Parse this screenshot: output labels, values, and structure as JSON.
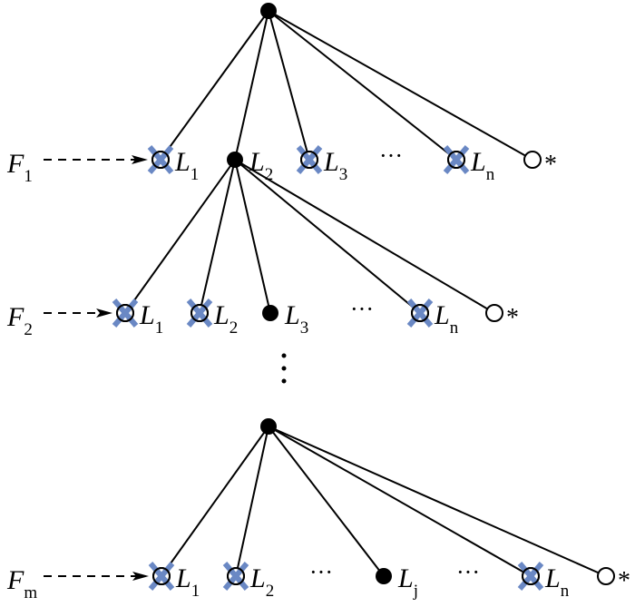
{
  "colors": {
    "cross": "#6a88c4",
    "line": "#000000"
  },
  "ellipsis": "···",
  "star": "*",
  "rows": [
    {
      "f": "F",
      "fsub": "1",
      "nodes": [
        {
          "type": "crossed",
          "label": "L",
          "sub": "1"
        },
        {
          "type": "filled",
          "label": "L",
          "sub": "2"
        },
        {
          "type": "crossed",
          "label": "L",
          "sub": "3"
        },
        {
          "type": "dots"
        },
        {
          "type": "crossed",
          "label": "L",
          "sub": "n"
        },
        {
          "type": "open",
          "label": "*"
        }
      ]
    },
    {
      "f": "F",
      "fsub": "2",
      "nodes": [
        {
          "type": "crossed",
          "label": "L",
          "sub": "1"
        },
        {
          "type": "crossed",
          "label": "L",
          "sub": "2"
        },
        {
          "type": "filled",
          "label": "L",
          "sub": "3"
        },
        {
          "type": "dots"
        },
        {
          "type": "crossed",
          "label": "L",
          "sub": "n"
        },
        {
          "type": "open",
          "label": "*"
        }
      ]
    },
    {
      "f": "F",
      "fsub": "m",
      "nodes": [
        {
          "type": "crossed",
          "label": "L",
          "sub": "1"
        },
        {
          "type": "crossed",
          "label": "L",
          "sub": "2"
        },
        {
          "type": "dots"
        },
        {
          "type": "filled",
          "label": "L",
          "sub": "j"
        },
        {
          "type": "dots"
        },
        {
          "type": "crossed",
          "label": "L",
          "sub": "n"
        },
        {
          "type": "open",
          "label": "*"
        }
      ]
    }
  ]
}
